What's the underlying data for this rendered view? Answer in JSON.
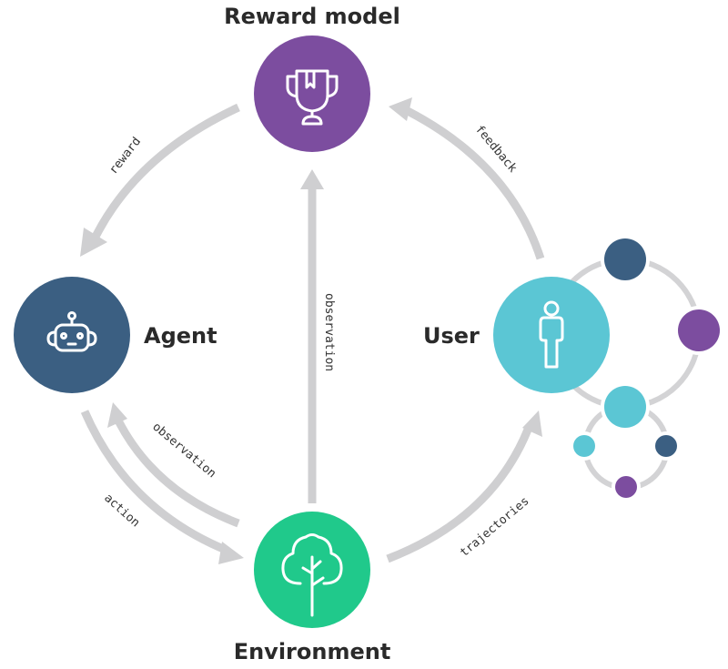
{
  "nodes": {
    "reward_model": {
      "label": "Reward model",
      "icon": "trophy-icon",
      "color": "#7c4d9f"
    },
    "agent": {
      "label": "Agent",
      "icon": "robot-icon",
      "color": "#3b5f82"
    },
    "user": {
      "label": "User",
      "icon": "person-icon",
      "color": "#5bc6d4"
    },
    "environment": {
      "label": "Environment",
      "icon": "tree-icon",
      "color": "#20c98b"
    }
  },
  "edges": {
    "reward": "reward",
    "feedback": "feedback",
    "observation_env_to_reward": "observation",
    "observation_env_to_agent": "observation",
    "action": "action",
    "trajectories": "trajectories"
  },
  "user_network": {
    "dots": [
      {
        "name": "network-dot-navy-large",
        "color": "#3b5f82"
      },
      {
        "name": "network-dot-purple-large",
        "color": "#7c4d9f"
      },
      {
        "name": "network-dot-cyan-large",
        "color": "#5bc6d4"
      },
      {
        "name": "network-dot-cyan-small",
        "color": "#5bc6d4"
      },
      {
        "name": "network-dot-navy-small",
        "color": "#3b5f82"
      },
      {
        "name": "network-dot-purple-small",
        "color": "#7c4d9f"
      }
    ]
  },
  "colors": {
    "arrow": "#cfcfd1",
    "text": "#2a2a2a"
  }
}
